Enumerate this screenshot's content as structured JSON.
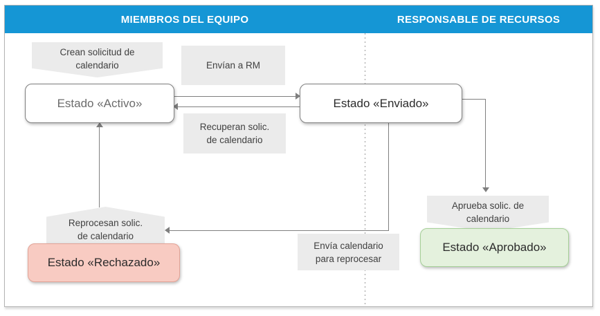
{
  "lanes": {
    "left": {
      "header": "MIEMBROS DEL EQUIPO"
    },
    "right": {
      "header": "RESPONSABLE DE RECURSOS"
    }
  },
  "states": {
    "activo": {
      "label": "Estado «Activo»"
    },
    "enviado": {
      "label": "Estado «Enviado»"
    },
    "rechazado": {
      "label": "Estado «Rechazado»"
    },
    "aprobado": {
      "label": "Estado «Aprobado»"
    }
  },
  "actions": {
    "crean": {
      "line1": "Crean solicitud de",
      "line2": "calendario"
    },
    "envian": {
      "line1": "Envían a RM"
    },
    "recuperan": {
      "line1": "Recuperan solic.",
      "line2": "de calendario"
    },
    "reprocesan": {
      "line1": "Reprocesan solic.",
      "line2": "de calendario"
    },
    "envia": {
      "line1": "Envía calendario",
      "line2": "para reprocesar"
    },
    "aprueba": {
      "line1": "Aprueba solic. de",
      "line2": "calendario"
    }
  },
  "colors": {
    "header_bg": "#1596d5",
    "header_text": "#ffffff",
    "lane_divider": "#9a9a9a",
    "action_label_bg": "#ebebeb",
    "action_label_text": "#404040",
    "arrow": "#7f7f7f",
    "state_default_bg": "#ffffff",
    "state_default_border": "#808080",
    "state_activo_text": "#6b6b6b",
    "state_rejected_bg": "#f8cbc2",
    "state_rejected_border": "#e2a396",
    "state_approved_bg": "#e4f1dd",
    "state_approved_border": "#a6d098",
    "frame_border": "#b3b3b3"
  }
}
